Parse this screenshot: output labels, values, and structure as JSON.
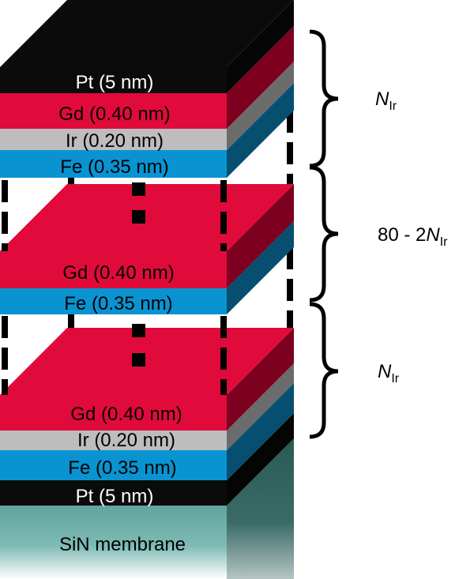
{
  "top_stack": {
    "pt": "Pt (5 nm)",
    "gd": "Gd (0.40 nm)",
    "ir": "Ir (0.20 nm)",
    "fe": "Fe (0.35 nm)"
  },
  "middle_stack": {
    "gd": "Gd (0.40 nm)",
    "fe": "Fe (0.35 nm)"
  },
  "bottom_stack": {
    "gd": "Gd (0.40 nm)",
    "ir": "Ir (0.20 nm)",
    "fe": "Fe (0.35 nm)",
    "pt": "Pt (5 nm)",
    "substrate": "SiN membrane"
  },
  "braces": {
    "top": {
      "prefix": "",
      "var": "N",
      "sub": "Ir"
    },
    "middle": {
      "prefix": "80 - 2",
      "var": "N",
      "sub": "Ir"
    },
    "bottom": {
      "prefix": "",
      "var": "N",
      "sub": "Ir"
    }
  },
  "colors": {
    "pt": "#0b0b0b",
    "gd": "#e00b3a",
    "ir": "#bdbdbd",
    "fe": "#0a93d1",
    "sin": "#5fa59e"
  }
}
